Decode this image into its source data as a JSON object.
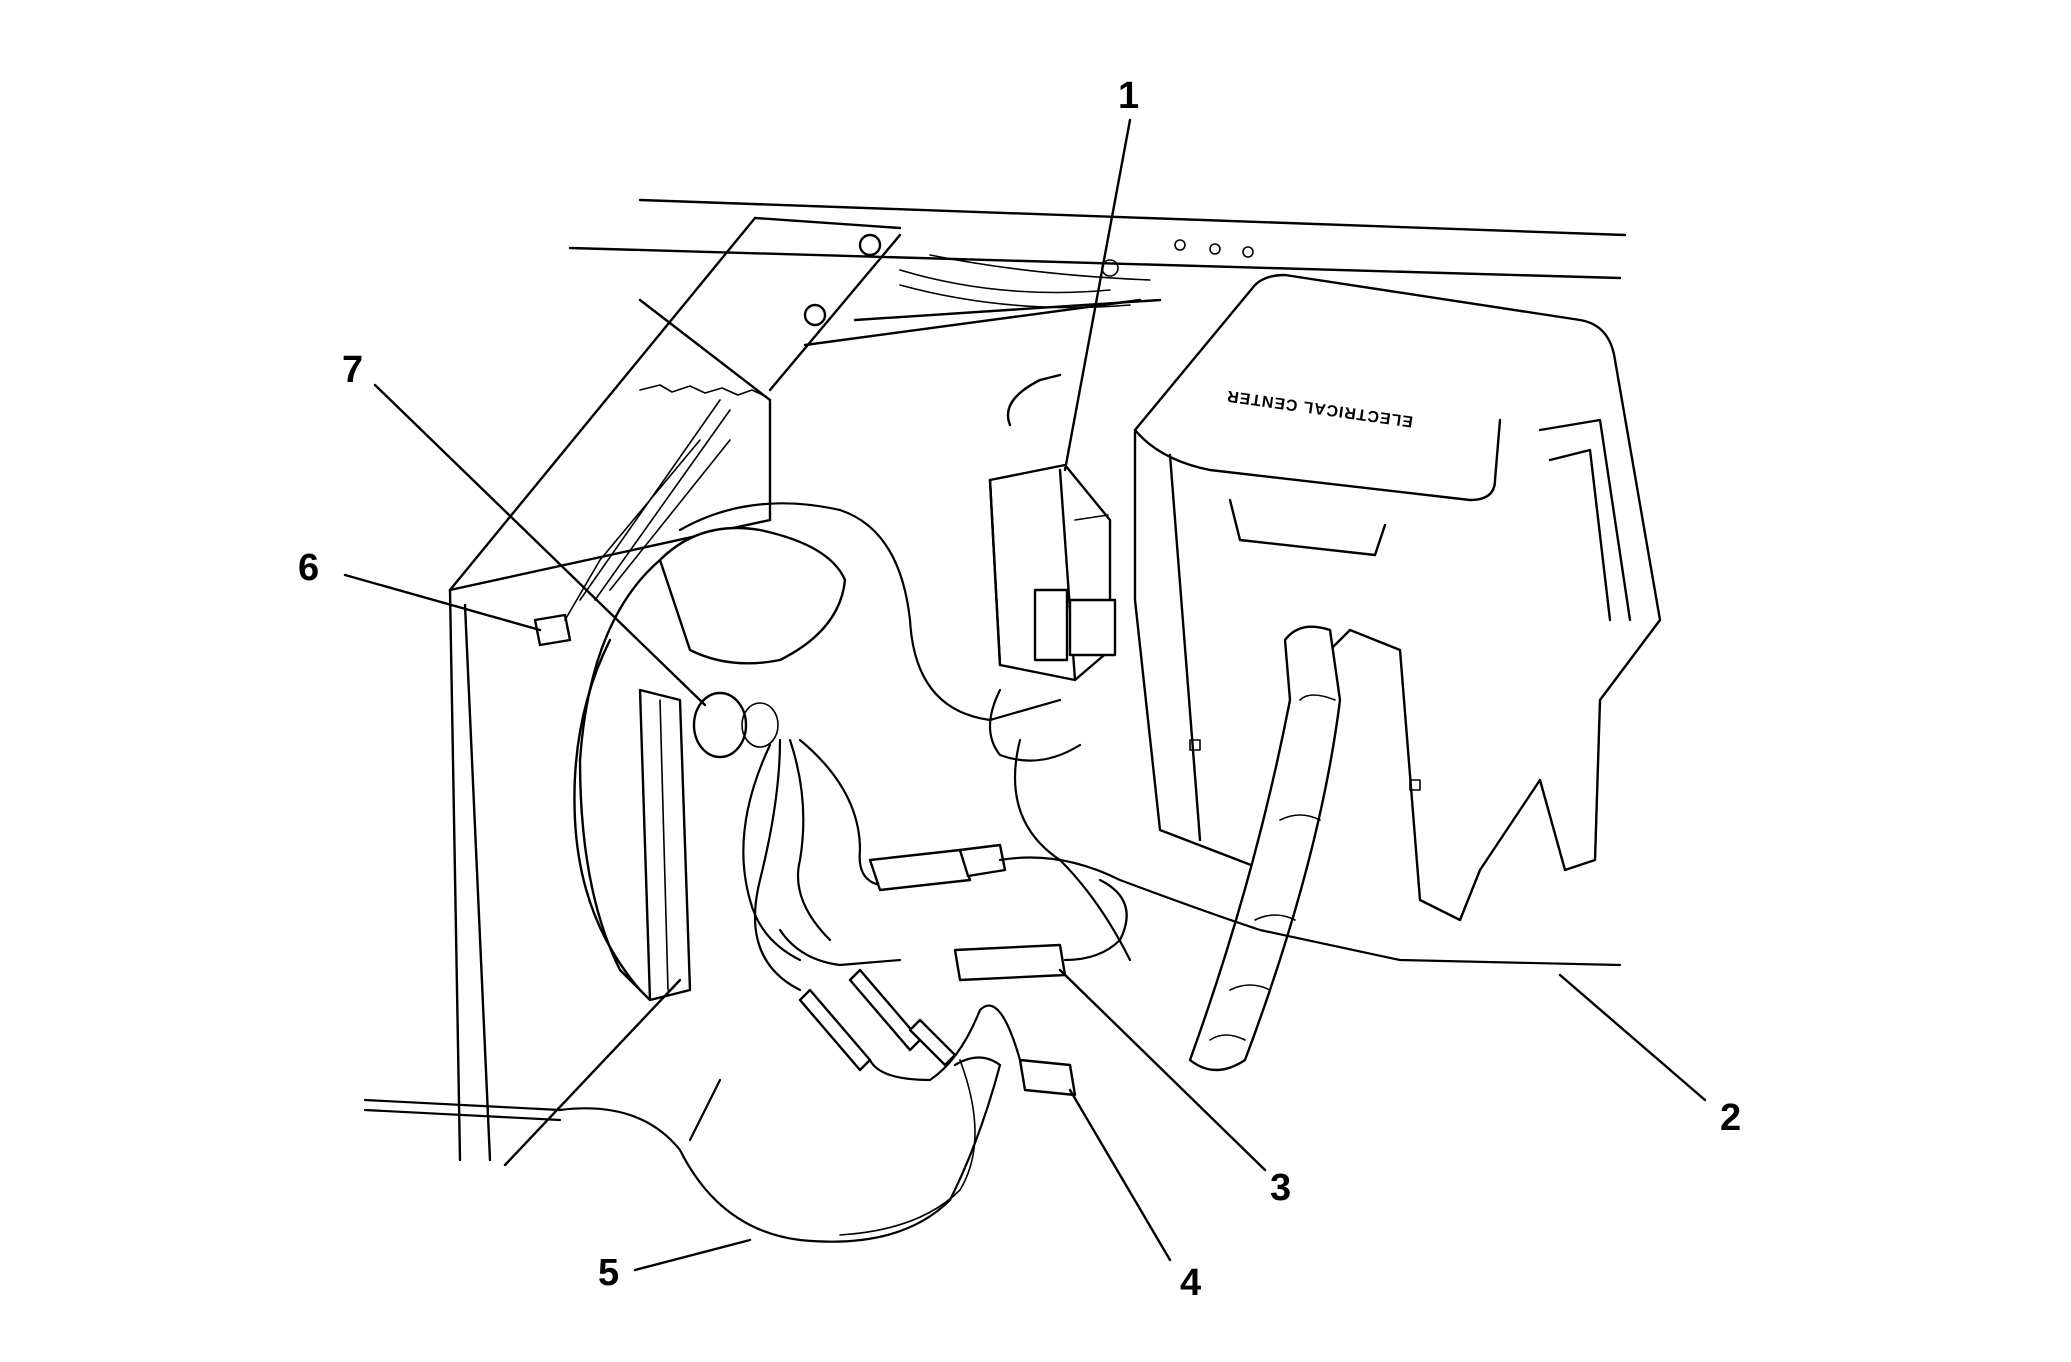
{
  "diagram": {
    "box_text": "ELECTRICAL CENTER",
    "callouts": [
      {
        "id": "1",
        "label": "1"
      },
      {
        "id": "2",
        "label": "2"
      },
      {
        "id": "3",
        "label": "3"
      },
      {
        "id": "4",
        "label": "4"
      },
      {
        "id": "5",
        "label": "5"
      },
      {
        "id": "6",
        "label": "6"
      },
      {
        "id": "7",
        "label": "7"
      }
    ]
  }
}
